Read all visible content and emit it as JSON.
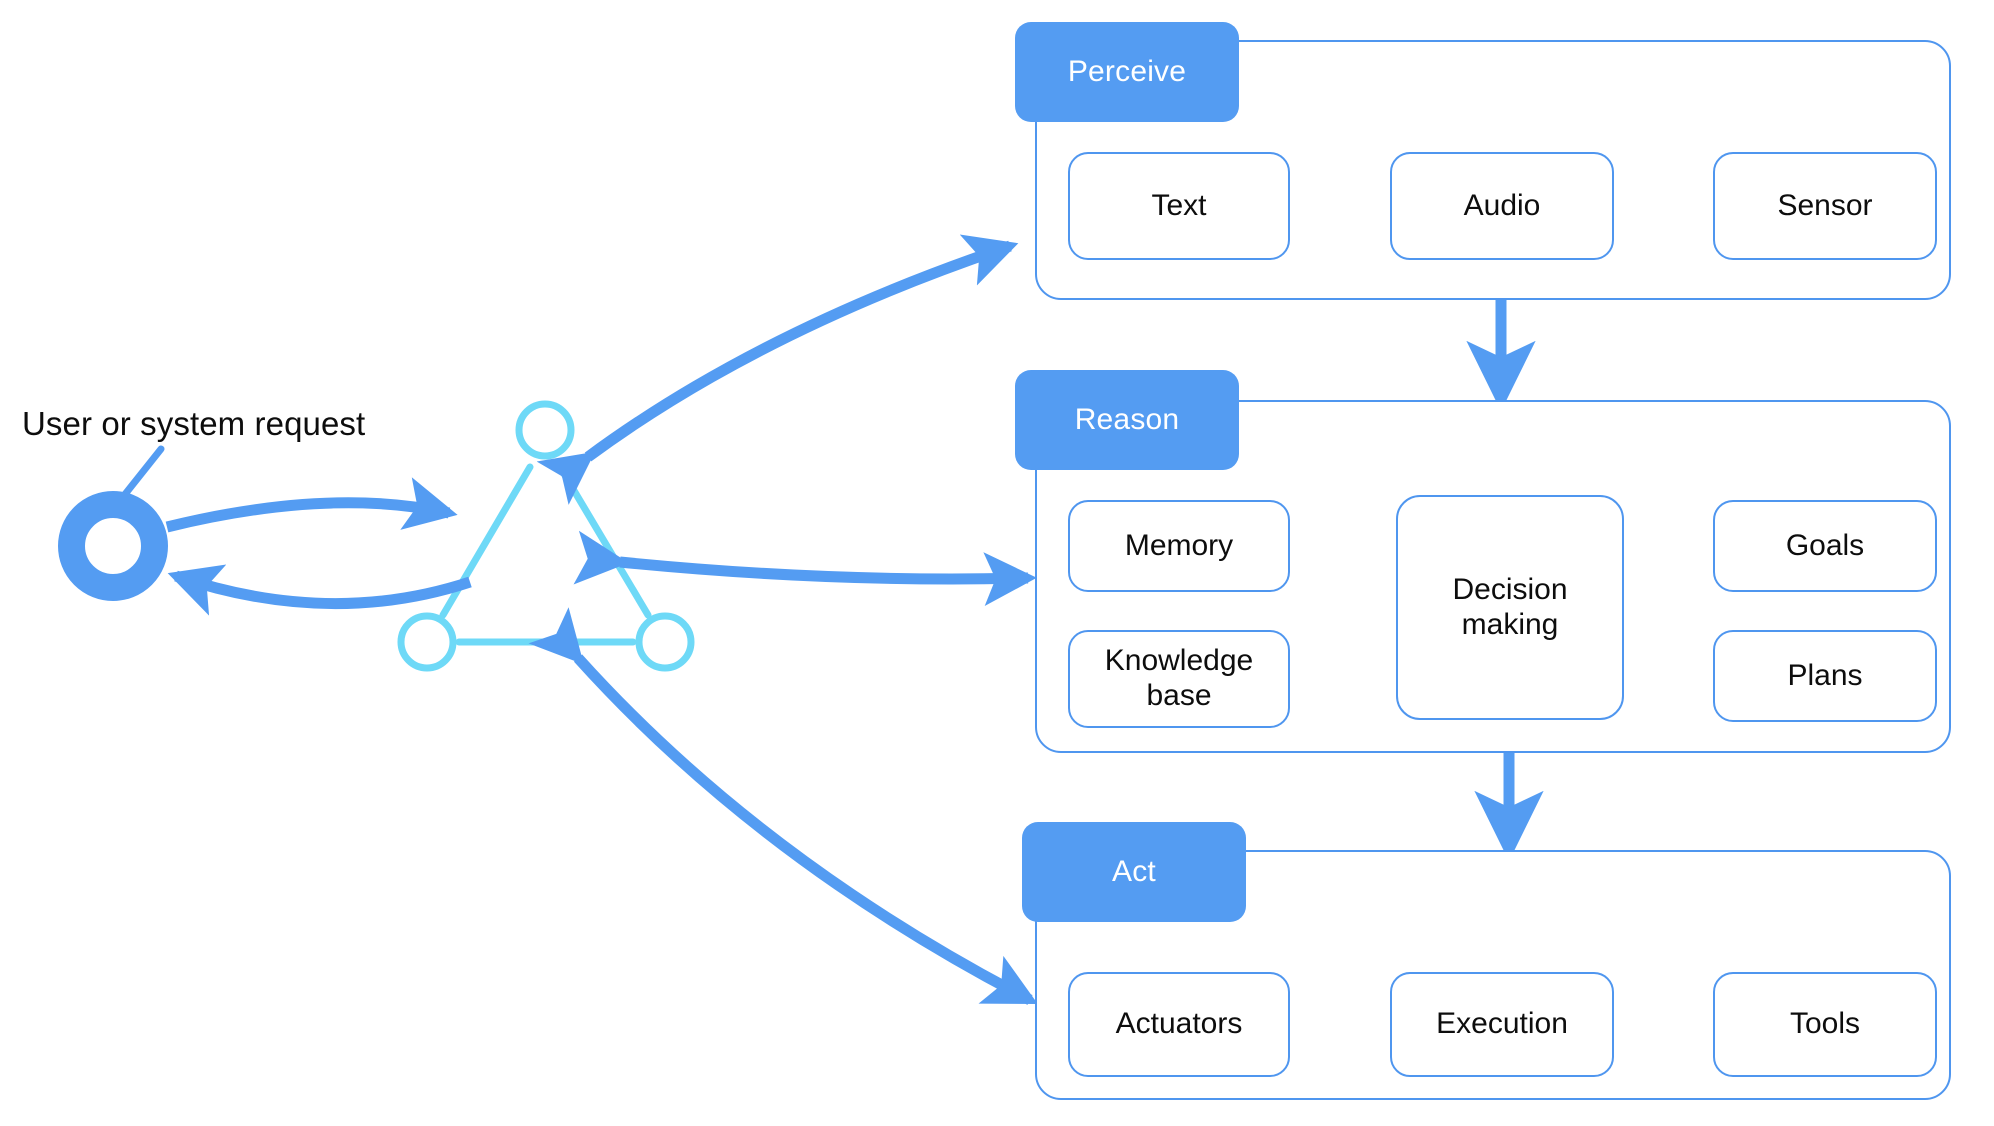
{
  "diagram": {
    "title": "Agent perceive-reason-act loop",
    "colors": {
      "accent_blue": "#549cf2",
      "panel_border": "#4f96ef",
      "triangle_cyan": "#6ed9f7",
      "text_dark": "#0d0d0d",
      "panel_fill": "#ffffff",
      "background": "#ffffff"
    }
  },
  "request": {
    "label": "User or system request",
    "node_name": "request-donut"
  },
  "agent": {
    "shape": "triangle-with-nodes",
    "node_count": 3
  },
  "stages": [
    {
      "id": "perceive",
      "tab_label": "Perceive",
      "items": [
        {
          "id": "text",
          "label": "Text"
        },
        {
          "id": "audio",
          "label": "Audio"
        },
        {
          "id": "sensor",
          "label": "Sensor"
        }
      ]
    },
    {
      "id": "reason",
      "tab_label": "Reason",
      "items": [
        {
          "id": "memory",
          "label": "Memory"
        },
        {
          "id": "knowledge-base",
          "label": "Knowledge\nbase"
        },
        {
          "id": "decision-making",
          "label": "Decision\nmaking"
        },
        {
          "id": "goals",
          "label": "Goals"
        },
        {
          "id": "plans",
          "label": "Plans"
        }
      ]
    },
    {
      "id": "act",
      "tab_label": "Act",
      "items": [
        {
          "id": "actuators",
          "label": "Actuators"
        },
        {
          "id": "execution",
          "label": "Execution"
        },
        {
          "id": "tools",
          "label": "Tools"
        }
      ]
    }
  ],
  "connections": [
    {
      "from": "request-donut",
      "to": "agent-triangle",
      "kind": "bidirectional-curve"
    },
    {
      "from": "agent-triangle",
      "to": "perceive-panel",
      "kind": "bidirectional-curve"
    },
    {
      "from": "agent-triangle",
      "to": "reason-panel",
      "kind": "bidirectional-straight"
    },
    {
      "from": "agent-triangle",
      "to": "act-panel",
      "kind": "bidirectional-curve"
    },
    {
      "from": "perceive-panel",
      "to": "reason-panel",
      "kind": "arrow-down"
    },
    {
      "from": "reason-panel",
      "to": "act-panel",
      "kind": "arrow-down"
    },
    {
      "from": "memory",
      "to": "decision-making",
      "kind": "arrow"
    },
    {
      "from": "knowledge-base",
      "to": "decision-making",
      "kind": "arrow"
    },
    {
      "from": "goals",
      "to": "decision-making",
      "kind": "arrow"
    },
    {
      "from": "plans",
      "to": "decision-making",
      "kind": "arrow"
    }
  ]
}
